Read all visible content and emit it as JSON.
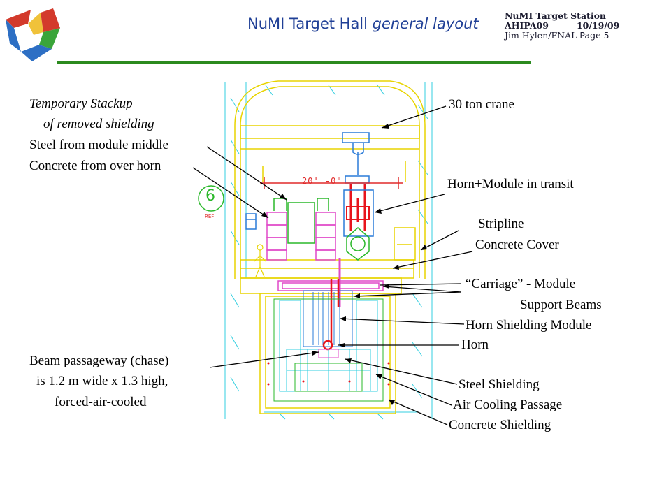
{
  "header": {
    "title_main": "NuMI Target Hall ",
    "title_sub": "general layout",
    "meta_line1": "NuMI Target Station",
    "meta_line2a": "AHIPA09",
    "meta_line2b": "10/19/09",
    "meta_line3a": "Jim Hylen/FNAL",
    "meta_line3b": "Page 5"
  },
  "drawing": {
    "dimension": "20' -0\"",
    "grid_marker": "6",
    "grid_marker_sub": "REF"
  },
  "labels": {
    "temp_stackup_1": "Temporary Stackup",
    "temp_stackup_2": "of removed shielding",
    "steel_middle": "Steel from module middle",
    "concrete_horn": "Concrete from over horn",
    "crane": "30 ton crane",
    "horn_module": "Horn+Module in transit",
    "stripline": "Stripline",
    "concrete_cover": "Concrete Cover",
    "carriage_1": "“Carriage” - Module",
    "carriage_2": "Support Beams",
    "horn_shielding": "Horn Shielding Module",
    "horn": "Horn",
    "beam_1": "Beam passageway (chase)",
    "beam_2": "is 1.2 m wide x 1.3 high,",
    "beam_3": "forced-air-cooled",
    "steel_shielding": "Steel Shielding",
    "air_cooling": "Air Cooling Passage",
    "concrete_shielding": "Concrete Shielding"
  }
}
